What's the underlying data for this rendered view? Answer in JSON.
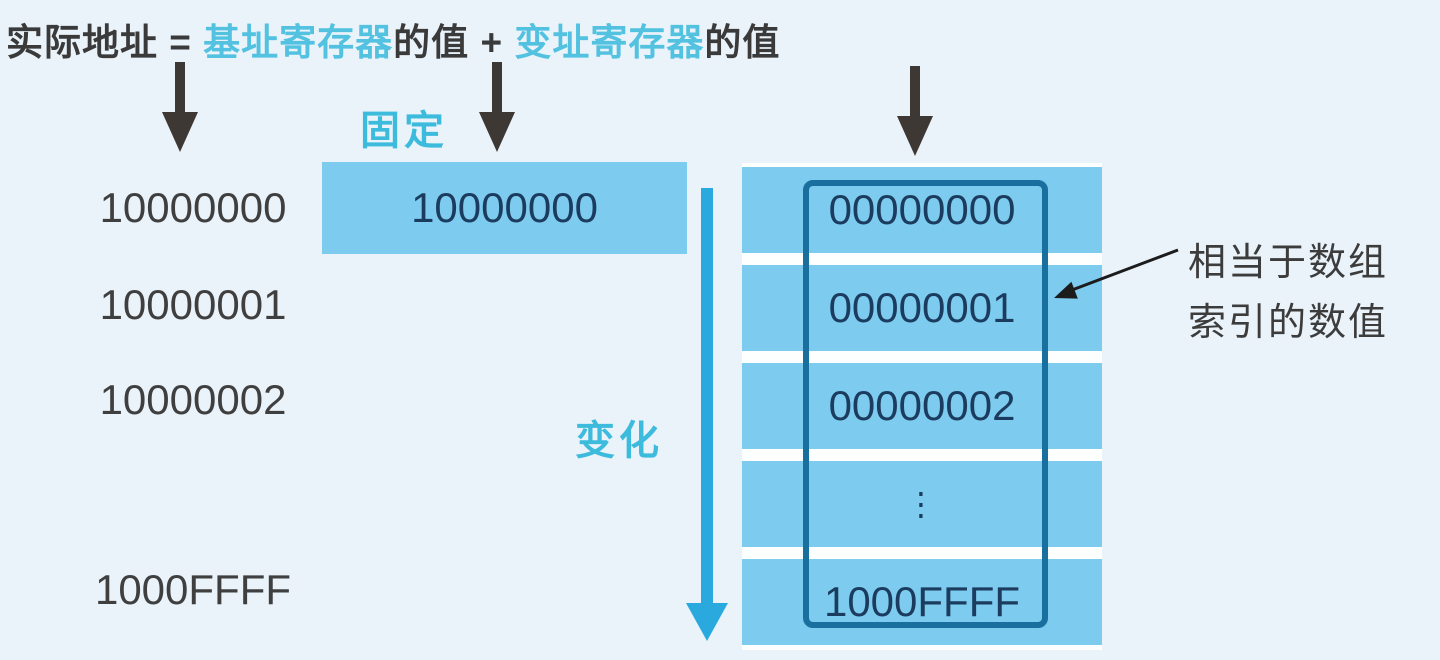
{
  "title": {
    "segments": [
      {
        "text": "实际地址 = ",
        "style": "dark"
      },
      {
        "text": "基址寄存器",
        "style": "cyan"
      },
      {
        "text": "的值 + ",
        "style": "dark"
      },
      {
        "text": "变址寄存器",
        "style": "cyan"
      },
      {
        "text": "的值",
        "style": "dark"
      }
    ]
  },
  "labels": {
    "fixed": "固定",
    "varying": "变化",
    "annotation_line1": "相当于数组",
    "annotation_line2": "索引的数值"
  },
  "left_addresses": [
    "10000000",
    "10000001",
    "10000002",
    "1000FFFF"
  ],
  "base_box_value": "10000000",
  "index_rows": [
    "00000000",
    "00000001",
    "00000002",
    "⋮",
    "1000FFFF"
  ],
  "colors": {
    "background": "#eaf3fa",
    "cyan_accent": "#3dbbdd",
    "cyan_title": "#52c2e0",
    "block_fill": "#7dcbee",
    "block_text": "#1b3c5e",
    "outline_blue": "#19709f",
    "cyan_arrow": "#29a9de",
    "dark_arrow": "#3e3835",
    "dark_text": "#3a3a3a"
  }
}
